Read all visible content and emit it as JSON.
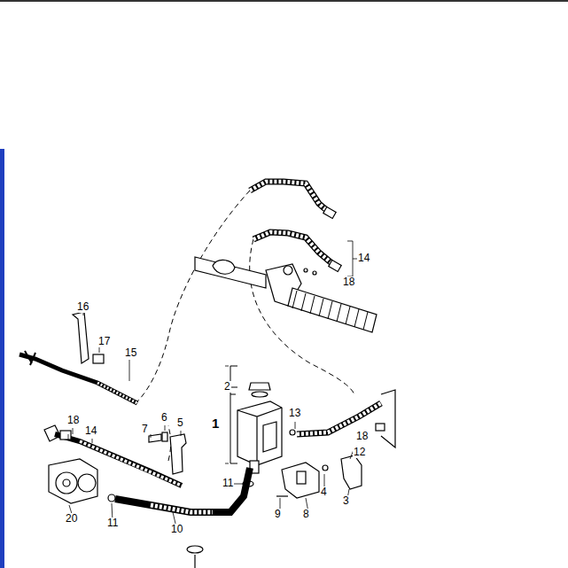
{
  "diagram": {
    "labels": [
      "14",
      "18",
      "16",
      "17",
      "15",
      "2",
      "1",
      "13",
      "18",
      "12",
      "18",
      "14",
      "6",
      "7",
      "5",
      "11",
      "4",
      "3",
      "9",
      "8",
      "20",
      "11",
      "10"
    ]
  }
}
